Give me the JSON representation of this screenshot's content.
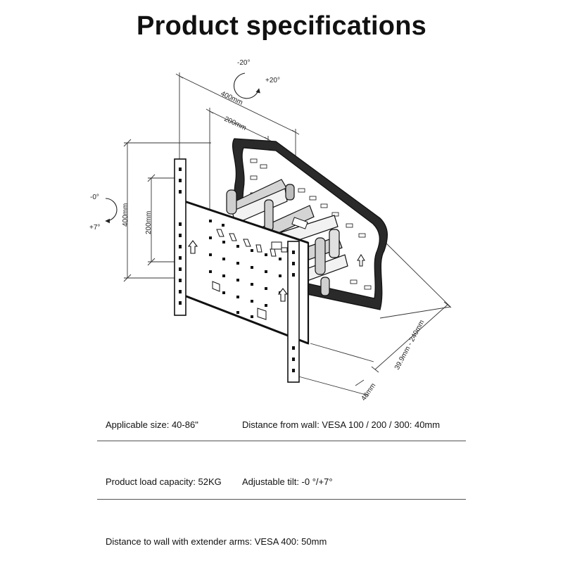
{
  "title": "Product specifications",
  "diagram": {
    "rotate_left": "-20°",
    "rotate_right": "+20°",
    "tilt_up": "-0°",
    "tilt_down": "+7°",
    "width_400": "400mm",
    "width_200": "200mm",
    "height_400": "400mm",
    "height_200": "200mm",
    "extension_range": "39.9mm - 240mm",
    "depth": "48mm"
  },
  "specs": {
    "applicable_size": "Applicable size:  40-86\"",
    "distance_from_wall": "Distance from wall:  VESA 100 / 200 / 300: 40mm",
    "load_capacity": "Product load capacity:  52KG",
    "adjustable_tilt": "Adjustable tilt: -0 °/+7°",
    "extender_arms": "Distance to wall with extender arms:  VESA 400: 50mm"
  }
}
